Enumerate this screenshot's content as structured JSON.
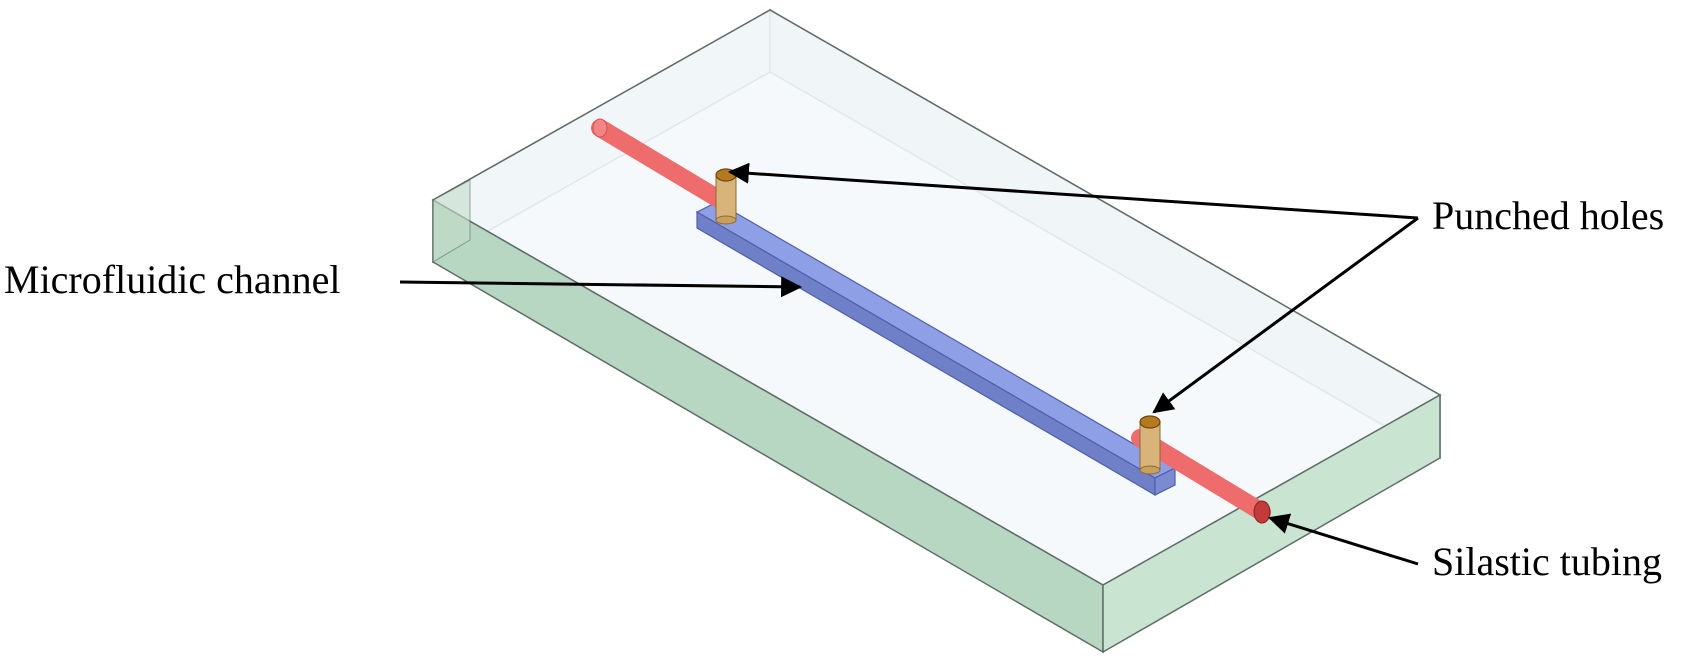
{
  "labels": {
    "punched_holes": "Punched holes",
    "microfluidic_channel": "Microfluidic channel",
    "silastic_tubing": "Silastic tubing"
  },
  "colors": {
    "pdms_top": "#f3f8fb",
    "pdms_left": "#b7d7c3",
    "pdms_front": "#c5e1cd",
    "pdms_right": "#b9dcc4",
    "pdms_back": "#e3eee7",
    "edge": "#5f6d66",
    "channel_top": "#8f9fe6",
    "channel_side": "#6f80c8",
    "tubing": "#ef6c6c",
    "tubing_end": "#c23a3a",
    "hole": "#d9b47a",
    "hole_rim": "#b57a1e",
    "arrow": "#000000"
  }
}
